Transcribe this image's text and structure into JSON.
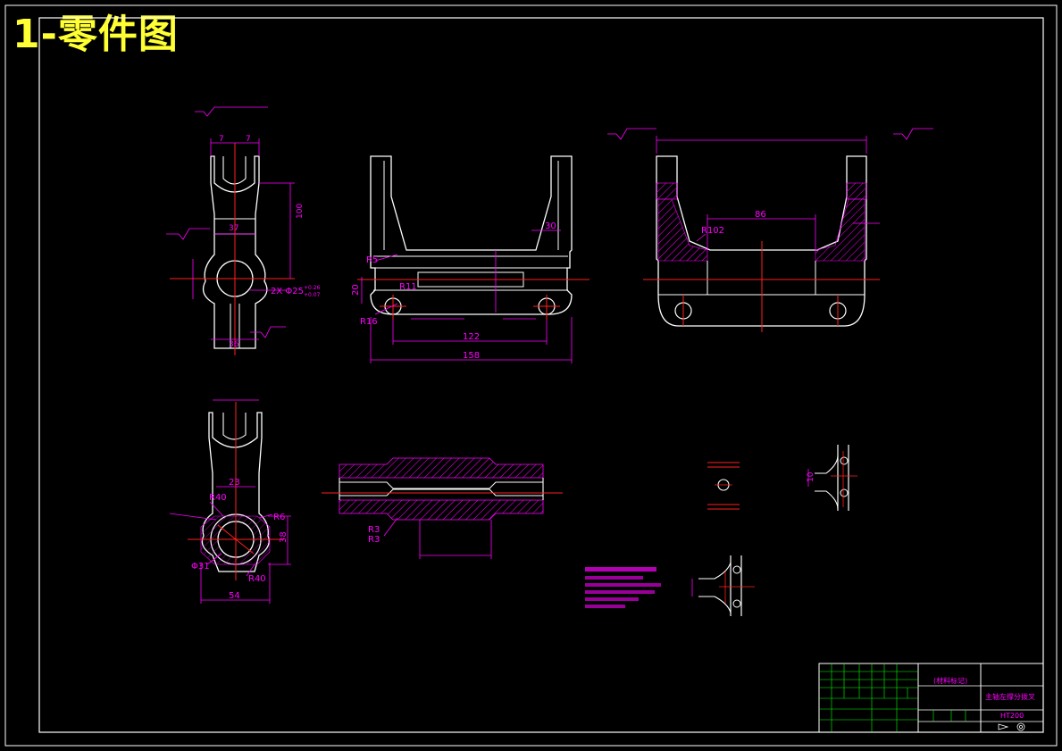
{
  "page_title": "1-零件图",
  "colors": {
    "background": "#000000",
    "outline": "#ffffff",
    "dimension": "#ff00ff",
    "centerline": "#ff2020",
    "hatch": "#ff00ff",
    "title_text": "#ffff33",
    "table_green": "#00ff00"
  },
  "view1": {
    "dims": {
      "top_seven_left": "7",
      "top_seven_right": "7",
      "height": "100",
      "width_37": "37",
      "bore": "2X Φ25",
      "bore_tol_upper": "+0.26",
      "bore_tol_lower": "+0.07",
      "bottom_width": "36"
    }
  },
  "view2": {
    "dims": {
      "r5": "R5",
      "r11": "R11",
      "r16": "R16",
      "h20": "20",
      "d30": "30",
      "d122": "122",
      "d158": "158"
    }
  },
  "view3": {
    "dims": {
      "d86": "86",
      "r102": "R102"
    }
  },
  "view4": {
    "dims": {
      "d23": "23",
      "r40": "R40",
      "r6": "R6",
      "d38": "38",
      "phi31": "Φ31",
      "r40b": "R40",
      "d54": "54"
    }
  },
  "view5": {
    "dims": {
      "r3a": "R3",
      "r3b": "R3"
    }
  },
  "detail_a": {
    "dim": "10"
  },
  "title_block": {
    "material_mark": "(材料标记)",
    "part_name": "主轴左撑分拨叉",
    "material": "HT200"
  }
}
